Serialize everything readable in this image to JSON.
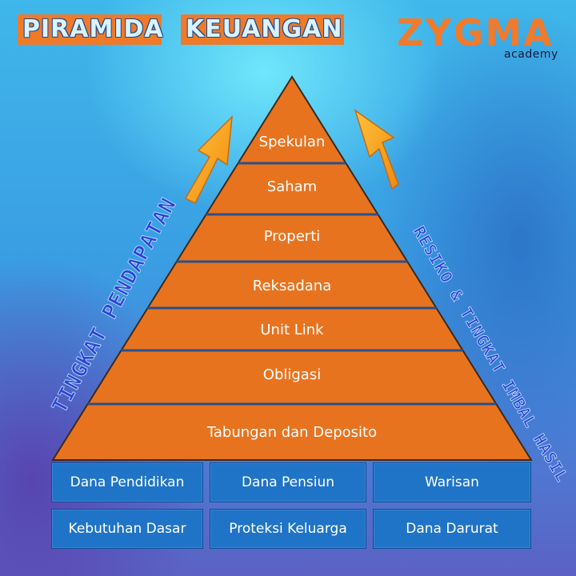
{
  "header": {
    "title_part1": "PIRAMIDA",
    "title_part2": "KEUANGAN",
    "brand": "ZYGMA",
    "brand_sub": "academy"
  },
  "pyramid": {
    "layers": [
      "Spekulan",
      "Saham",
      "Properti",
      "Reksadana",
      "Unit Link",
      "Obligasi",
      "Tabungan dan Deposito"
    ],
    "left_label": "TINGKAT PENDAPATAN",
    "right_label": "RESIKO & TINGKAT IMBAL HASIL"
  },
  "foundation": {
    "row1": [
      "Dana Pendidikan",
      "Dana Pensiun",
      "Warisan"
    ],
    "row2": [
      "Kebutuhan Dasar",
      "Proteksi Keluarga",
      "Dana Darurat"
    ]
  },
  "colors": {
    "pyramid_fill": "#e8731f",
    "divider": "#2a4f8c",
    "arrow": "#f5a21a",
    "cell_bg": "#1f74c8",
    "side_text": "#2e43d8"
  }
}
